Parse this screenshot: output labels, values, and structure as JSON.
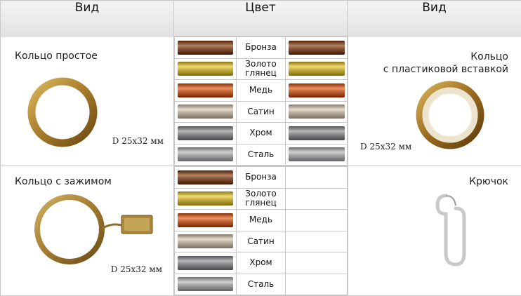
{
  "headers": {
    "left": "Вид",
    "middle": "Цвет",
    "right": "Вид"
  },
  "products": {
    "ring_simple": {
      "title": "Кольцо простое",
      "dimension": "D 25x32 мм"
    },
    "ring_insert": {
      "title_line1": "Кольцо",
      "title_line2": "с пластиковой вставкой",
      "dimension": "D 25x32 мм"
    },
    "ring_clip": {
      "title": "Кольцо с зажимом",
      "dimension": "D 25x32 мм"
    },
    "hook": {
      "title": "Крючок"
    }
  },
  "finishes_top": [
    {
      "label": "Бронза",
      "color": "#8a5a3c"
    },
    {
      "label": "Золото глянец",
      "color": "#c9b24a"
    },
    {
      "label": "Медь",
      "color": "#c4693a"
    },
    {
      "label": "Сатин",
      "color": "#bfb4a6"
    },
    {
      "label": "Хром",
      "color": "#8f8f92"
    },
    {
      "label": "Сталь",
      "color": "#a9a9ab"
    }
  ],
  "finishes_bottom": [
    {
      "label": "Бронза",
      "color": "#8a5a3c"
    },
    {
      "label": "Золото глянец",
      "color": "#c9b24a"
    },
    {
      "label": "Медь",
      "color": "#c4693a"
    },
    {
      "label": "Сатин",
      "color": "#bfb4a6"
    },
    {
      "label": "Хром",
      "color": "#8f8f92"
    },
    {
      "label": "Сталь",
      "color": "#a9a9ab"
    }
  ]
}
